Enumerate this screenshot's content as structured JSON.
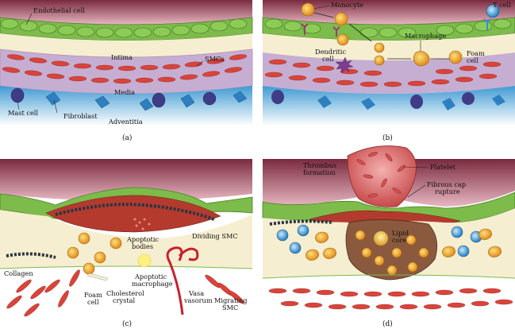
{
  "panels": {
    "a": {
      "caption": "(a)",
      "labels": {
        "endothelial": "Endothelial cell",
        "intima": "Intima",
        "smcs": "SMCs",
        "media": "Media",
        "mast": "Mast cell",
        "fibroblast": "Fibroblast",
        "adventitia": "Adventitia"
      }
    },
    "b": {
      "caption": "(b)",
      "labels": {
        "monocyte": "Monocyte",
        "tcell": "T cell",
        "macrophage": "Macrophage",
        "dendritic_1": "Dendritic",
        "dendritic_2": "cell",
        "foam_1": "Foam",
        "foam_2": "cell"
      }
    },
    "c": {
      "caption": "(c)",
      "labels": {
        "apoptotic_bodies_1": "Apoptotic",
        "apoptotic_bodies_2": "bodies",
        "dividing_smc": "Dividing SMC",
        "collagen": "Collagen",
        "apoptotic_macrophage_1": "Apoptotic",
        "apoptotic_macrophage_2": "macrophage",
        "foam_1": "Foam",
        "foam_2": "cell",
        "cholesterol_1": "Cholesterol",
        "cholesterol_2": "crystal",
        "vasa_1": "Vasa",
        "vasa_2": "vasorum",
        "migrating_1": "Migrating",
        "migrating_2": "SMC"
      }
    },
    "d": {
      "caption": "(d)",
      "labels": {
        "platelet": "Platelet",
        "thrombus_1": "Thrombus",
        "thrombus_2": "formation",
        "fibrous_1": "Fibrous cap",
        "fibrous_2": "rupture",
        "lipid_1": "Lipid",
        "lipid_2": "core"
      }
    }
  },
  "colors": {
    "lumen": "#ffffff",
    "vessel_top": "#c98a98",
    "endothelium": "#7dbb4a",
    "intima": "#f6eed0",
    "smc": "#d9443a",
    "media": "#b9a0c6",
    "adventitia": "#5aa9d6",
    "foam": "#f4b731",
    "tcell": "#3a8fd0"
  }
}
